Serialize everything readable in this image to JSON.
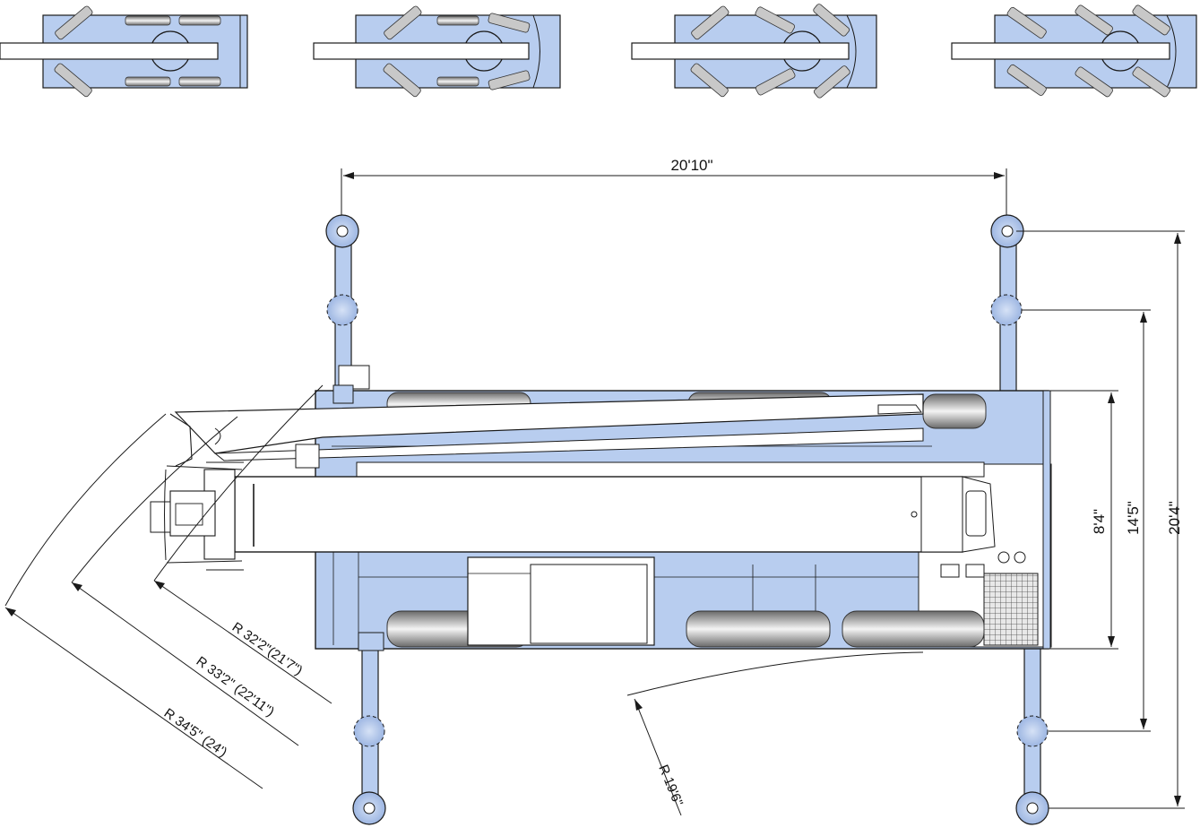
{
  "steering_modes": [
    {
      "name": "two-wheel-steer"
    },
    {
      "name": "four-wheel-steer-rear-trail"
    },
    {
      "name": "four-wheel-steer"
    },
    {
      "name": "crab-steer"
    }
  ],
  "dimensions": {
    "outrigger_span_length": "20'10\"",
    "carrier_width": "8'4\"",
    "outrigger_span_mid": "14'5\"",
    "outrigger_span_full": "20'4\"",
    "turning_radius_1": "R 32'2\"(21'7\")",
    "turning_radius_2": "R 33'2\" (22'11\")",
    "turning_radius_3": "R 34'5\" (24')",
    "inner_turning_radius": "R 19'6\""
  },
  "colors": {
    "body": "#b8cdef",
    "outline": "#1a1a1a",
    "boom": "#ffffff",
    "tire_dark": "#6a6a6a",
    "tire_light": "#f2f2f2"
  }
}
